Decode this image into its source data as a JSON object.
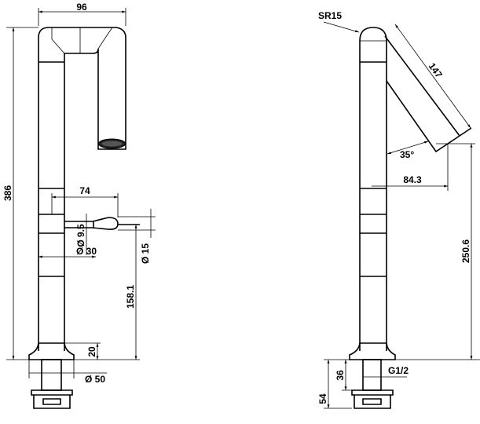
{
  "front_view": {
    "dims": {
      "width_top": "96",
      "overall_height": "386",
      "handle_reach": "74",
      "handle_dia": "Ø 9.5",
      "body_dia": "Ø 30",
      "handle_knob_dia": "Ø 15",
      "handle_height": "158.1",
      "base_height": "20",
      "base_dia": "Ø 50"
    }
  },
  "side_view": {
    "dims": {
      "top_radius": "SR15",
      "spout_length": "147",
      "spout_angle": "35°",
      "spout_offset": "84.3",
      "spout_height": "250.6",
      "shank_length": "36",
      "total_shank": "54",
      "thread": "G1/2"
    }
  }
}
